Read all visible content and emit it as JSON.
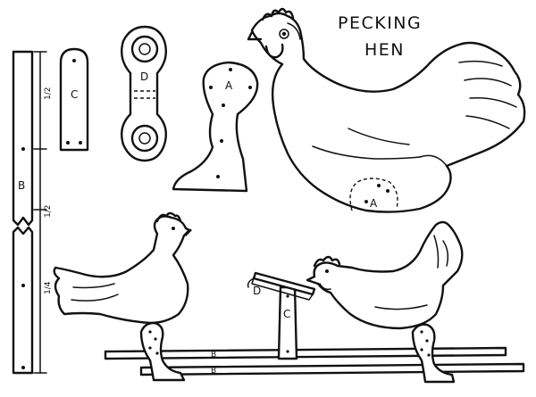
{
  "title": {
    "line1": "Pecking",
    "line2": "Hen"
  },
  "labels": {
    "part_a": "A",
    "part_a_body": "A",
    "part_b": "B",
    "part_b_rod_upper": "B",
    "part_b_rod_lower": "B",
    "part_c": "C",
    "part_c_assembled": "C",
    "part_d": "D",
    "part_d_assembled": "D"
  },
  "dimensions": {
    "upper_segment": "1/2",
    "middle_segment": "1/2",
    "lower_segment": "1/4"
  }
}
